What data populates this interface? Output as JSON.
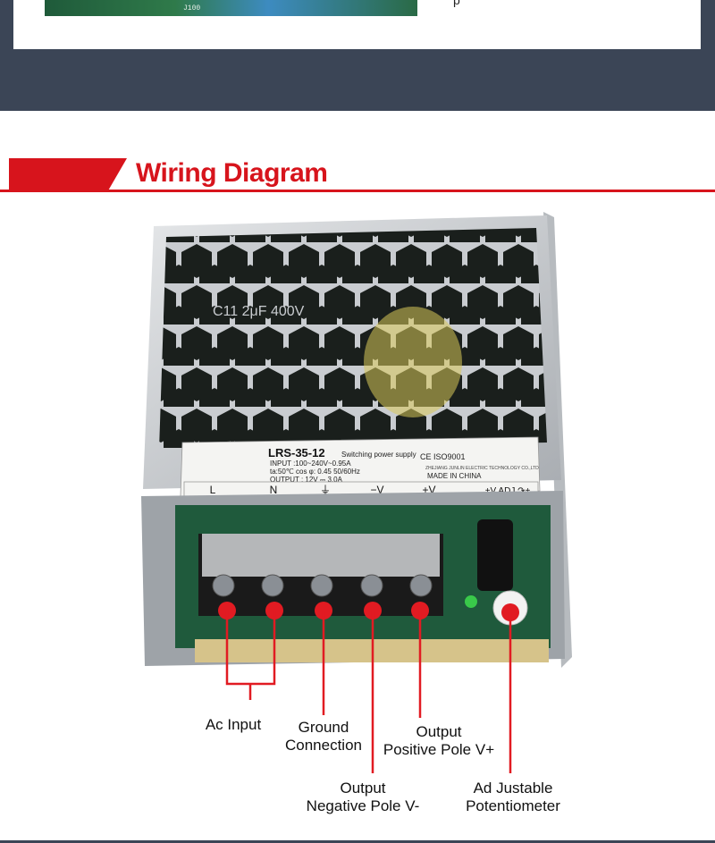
{
  "top": {
    "photo_text": "J100",
    "tail_text": "p"
  },
  "header": {
    "title": "Wiring Diagram"
  },
  "device": {
    "model": "LRS-35-12",
    "model_desc": "Switching power supply",
    "input_line": "INPUT      :100~240V~0.95A",
    "ta_line": "ta:50℃  cos φ: 0.45  50/60Hz",
    "output_line": "OUTPUT     : 12V ⎓ 3.0A",
    "cert": "CE  ISO9001",
    "maker": "ZHEJIANG JUNLIN ELECTRIC TECHNOLOGY CO.,LTD",
    "made_in": "MADE IN CHINA",
    "terminals": [
      "L",
      "N",
      "⏚",
      "−V",
      "+V"
    ],
    "adj": "+V ADJ ↷+",
    "board_text": "C11 2μF 400V"
  },
  "labels": {
    "ac_input": "Ac Input",
    "ground_1": "Ground",
    "ground_2": "Connection",
    "pos_1": "Output",
    "pos_2": "Positive Pole V+",
    "neg_1": "Output",
    "neg_2": "Negative Pole V-",
    "adj_1": "Ad Justable",
    "adj_2": "Potentiometer"
  },
  "colors": {
    "accent": "#d7141c",
    "band": "#3b4556"
  }
}
